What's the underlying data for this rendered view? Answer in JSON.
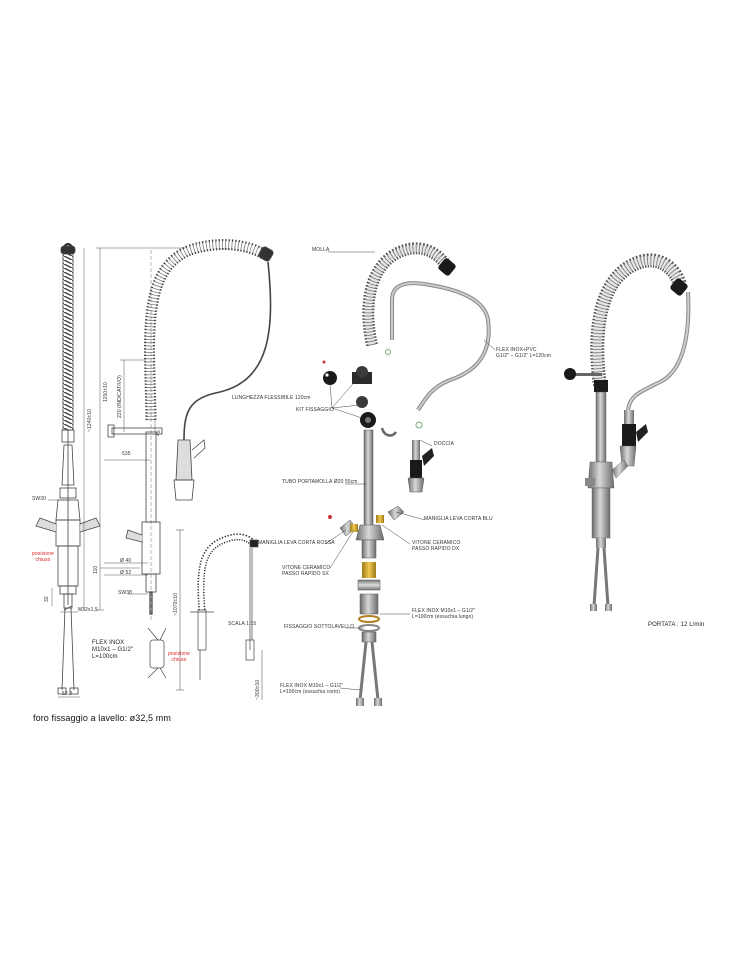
{
  "left_drawing": {
    "dims": {
      "total_height": "~1240±10",
      "height_1150": "1150±10",
      "adjustable": "220 (INDICATIVO)",
      "dim_45": "45",
      "dim_535": "535",
      "dim_110": "110",
      "dim_32": "32",
      "dim_40": "Ø 40",
      "dim_52": "Ø 52",
      "sw30": "SW30",
      "sw38": "SW38",
      "m32": "M32x1,5",
      "dim_53": "53,2"
    },
    "flex_hose_length": "LUNGHEZZA FLESSIBILE 120cm",
    "pos_closed_1": [
      "posizione",
      "chiuso"
    ],
    "pos_closed_2": [
      "posizione",
      "chiuso"
    ],
    "flex_inox": [
      "FLEX INOX",
      "M10x1 – G1/2\"",
      "L=100cm"
    ],
    "scale": "SCALA 1:15",
    "dim_1070": "~1070±10",
    "dim_300": "~300±10",
    "note": "foro fissaggio a lavello: ø32,5 mm"
  },
  "exploded": {
    "molla": "MOLLA",
    "flex_pvc": [
      "FLEX INOX+PVC",
      "G1/2\" – G1/2\" L=120cm"
    ],
    "kit": "KIT FISSAGGIO",
    "doccia": "DOCCIA",
    "tubo": "TUBO PORTAMOLLA Ø20 55cm",
    "maniglia_blu": "MANIGLIA LEVA CORTA BLU",
    "maniglia_rossa": "MANIGLIA LEVA CORTA ROSSA",
    "vitone_dx": [
      "VITONE CERAMICO",
      "PASSO RAPIDO DX"
    ],
    "vitone_sx": [
      "VITONE CERAMICO",
      "PASSO RAPIDO SX"
    ],
    "fissaggio": "FISSAGGIO SOTTOLAVELLO",
    "flex_lungo": [
      "FLEX INOX M10x1 – G1/2\"",
      "L=100cm (essuchia lungo)"
    ],
    "flex_corto": [
      "FLEX INOX M10x1 – G1/2\"",
      "L=100cm (essuchia corto)"
    ]
  },
  "render": {
    "portata": "PORTATA : 12 L/min"
  },
  "colors": {
    "line": "#444444",
    "metal": "#9a9a9a",
    "metal_dark": "#555555",
    "black": "#1a1a1a",
    "brass": "#c8a030",
    "red": "#dd2222"
  }
}
